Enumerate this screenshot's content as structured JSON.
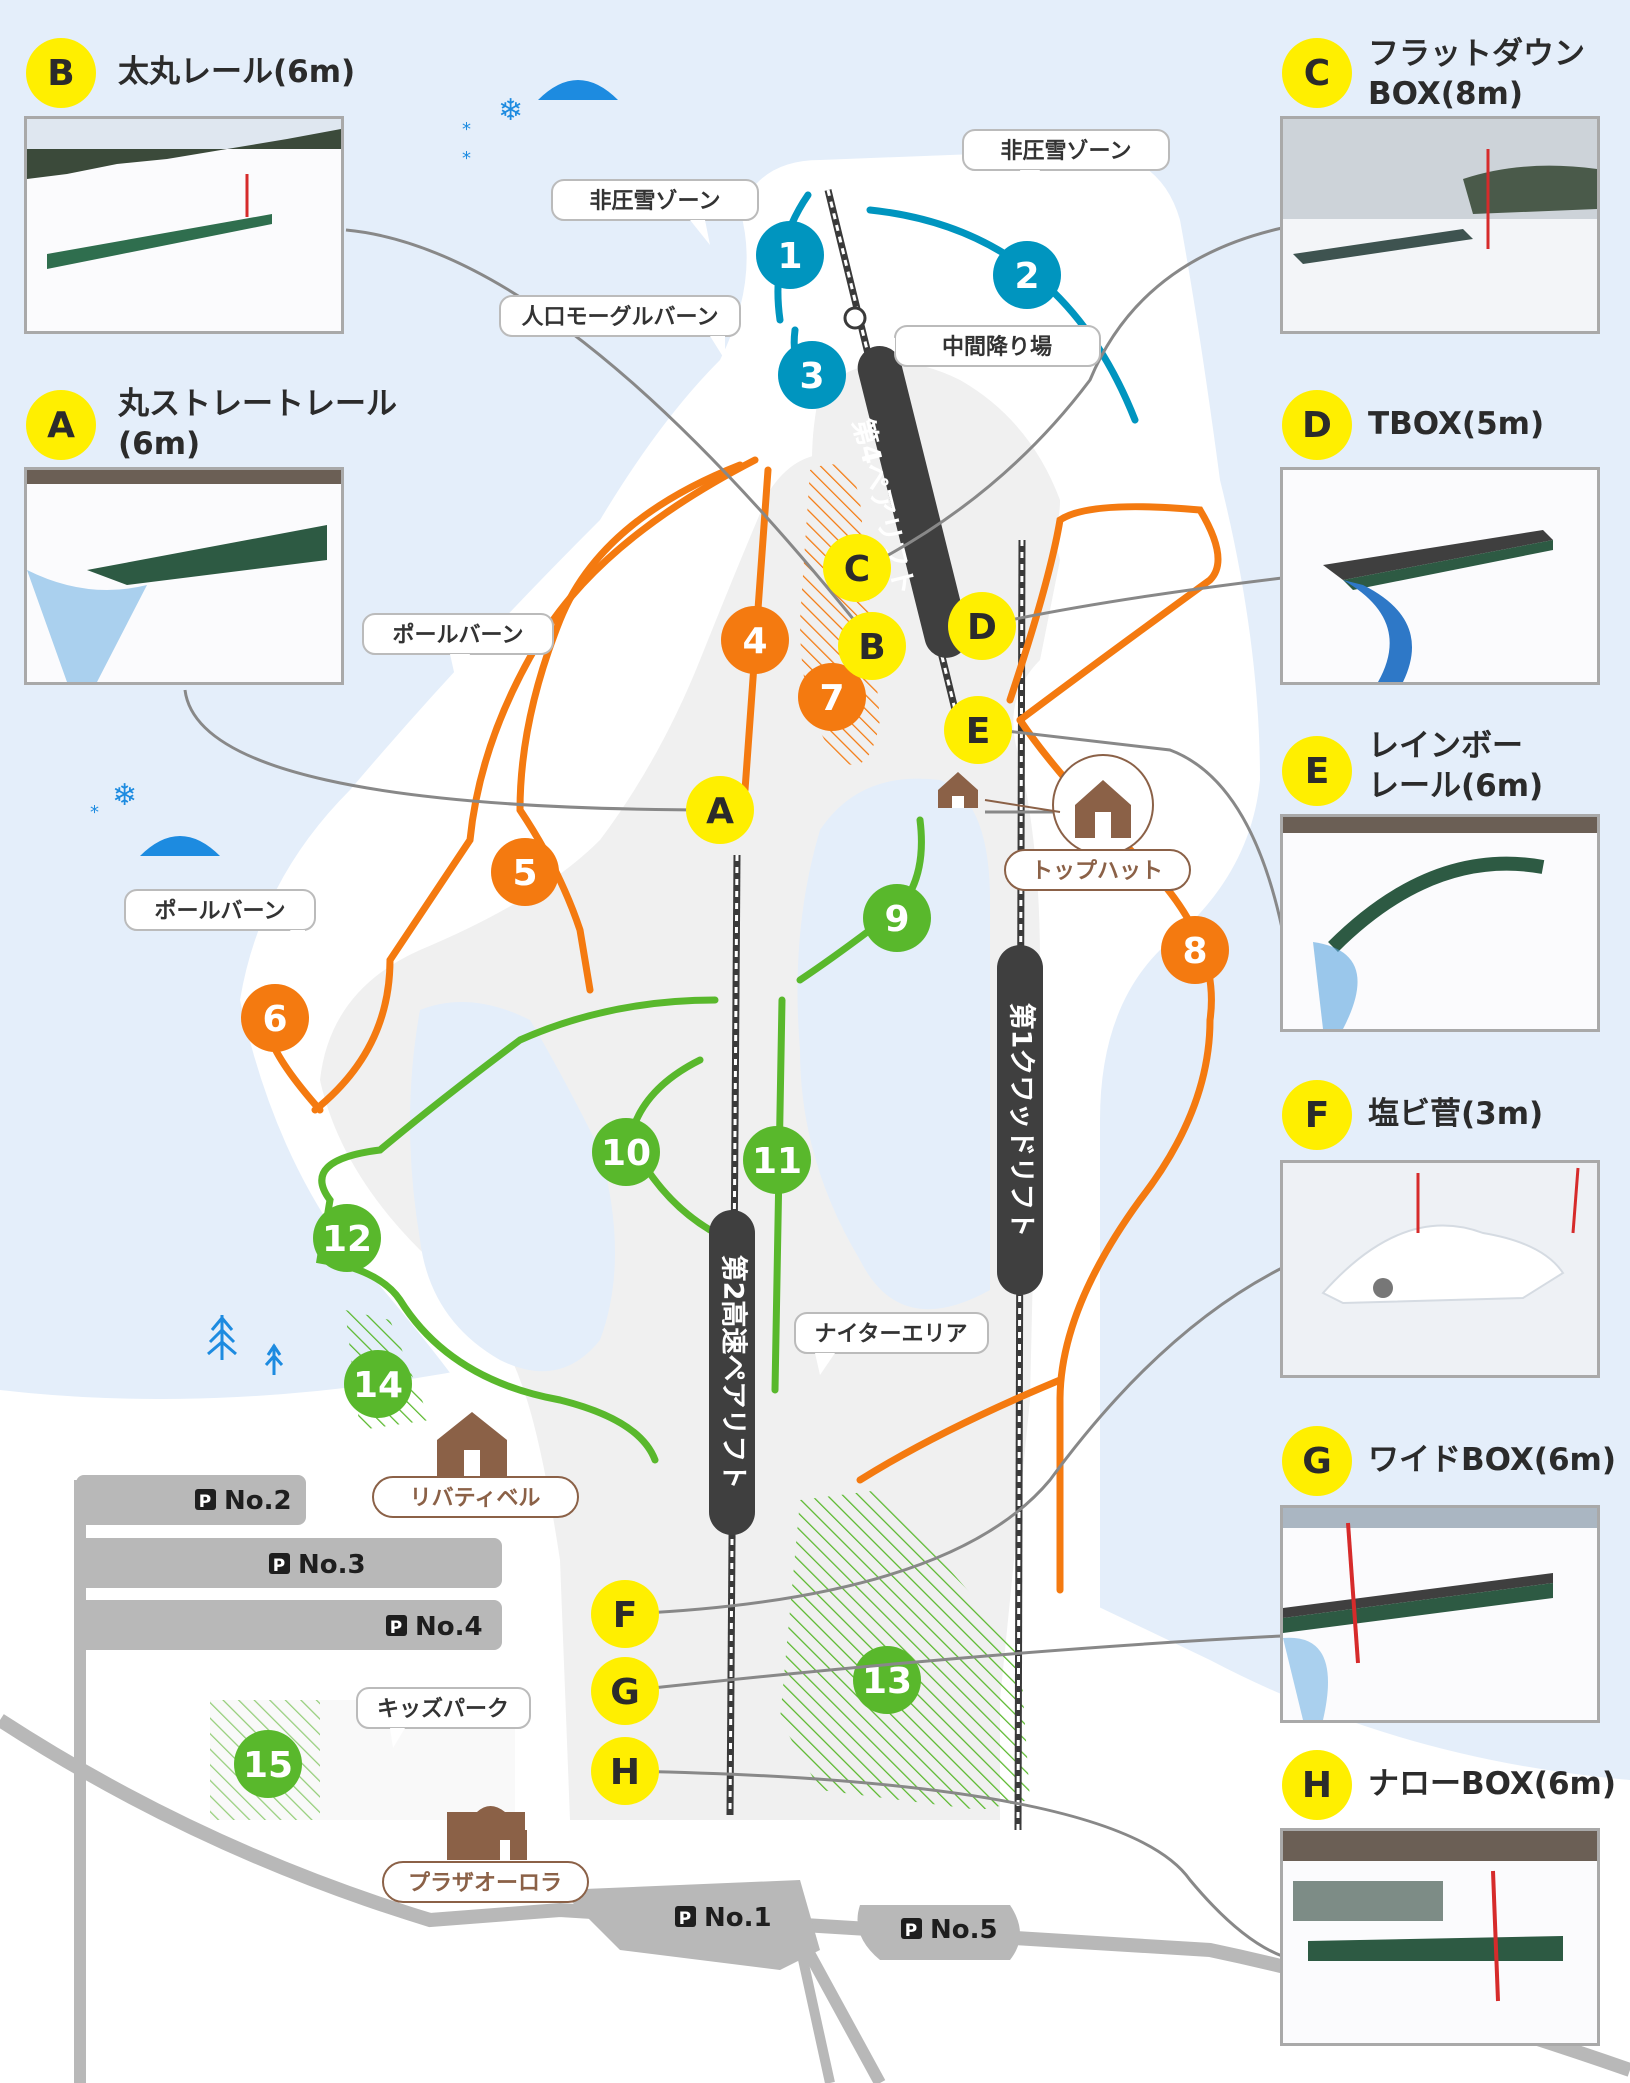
{
  "map_labels": {
    "non_groomed_1": "非圧雪ゾーン",
    "non_groomed_2": "非圧雪ゾーン",
    "mogul": "人口モーグルバーン",
    "midway": "中間降り場",
    "pole_1": "ポールバーン",
    "pole_2": "ポールバーン",
    "night_area": "ナイターエリア",
    "kids_park": "キッズパーク"
  },
  "lifts": {
    "lift4": "第4ペアリフト",
    "lift1": "第1クワッドリフト",
    "lift2": "第2高速ペアリフト"
  },
  "buildings": {
    "top_hut": "トップハット",
    "liberty_bell": "リバティベル",
    "plaza_aurora": "プラザオーロラ"
  },
  "parking": {
    "no1": "No.1",
    "no2": "No.2",
    "no3": "No.3",
    "no4": "No.4",
    "no5": "No.5",
    "p_icon": "P"
  },
  "courses": {
    "c1": "1",
    "c2": "2",
    "c3": "3",
    "c4": "4",
    "c5": "5",
    "c6": "6",
    "c7": "7",
    "c8": "8",
    "c9": "9",
    "c10": "10",
    "c11": "11",
    "c12": "12",
    "c13": "13",
    "c14": "14",
    "c15": "15"
  },
  "course_colors": {
    "advanced": "#0095bf",
    "intermediate": "#f47a10",
    "beginner": "#59b82c"
  },
  "features": {
    "A": {
      "letter": "A",
      "name": "丸ストレートレール\n(6m)"
    },
    "B": {
      "letter": "B",
      "name": "太丸レール(6m)"
    },
    "C": {
      "letter": "C",
      "name": "フラットダウン\nBOX(8m)"
    },
    "D": {
      "letter": "D",
      "name": "TBOX(5m)"
    },
    "E": {
      "letter": "E",
      "name": "レインボー\nレール(6m)"
    },
    "F": {
      "letter": "F",
      "name": "塩ビ菅(3m)"
    },
    "G": {
      "letter": "G",
      "name": "ワイドBOX(6m)"
    },
    "H": {
      "letter": "H",
      "name": "ナローBOX(6m)"
    }
  },
  "icons": [
    "snowflake-icon",
    "mountain-icon",
    "tree-icon",
    "house-icon",
    "parking-icon"
  ]
}
